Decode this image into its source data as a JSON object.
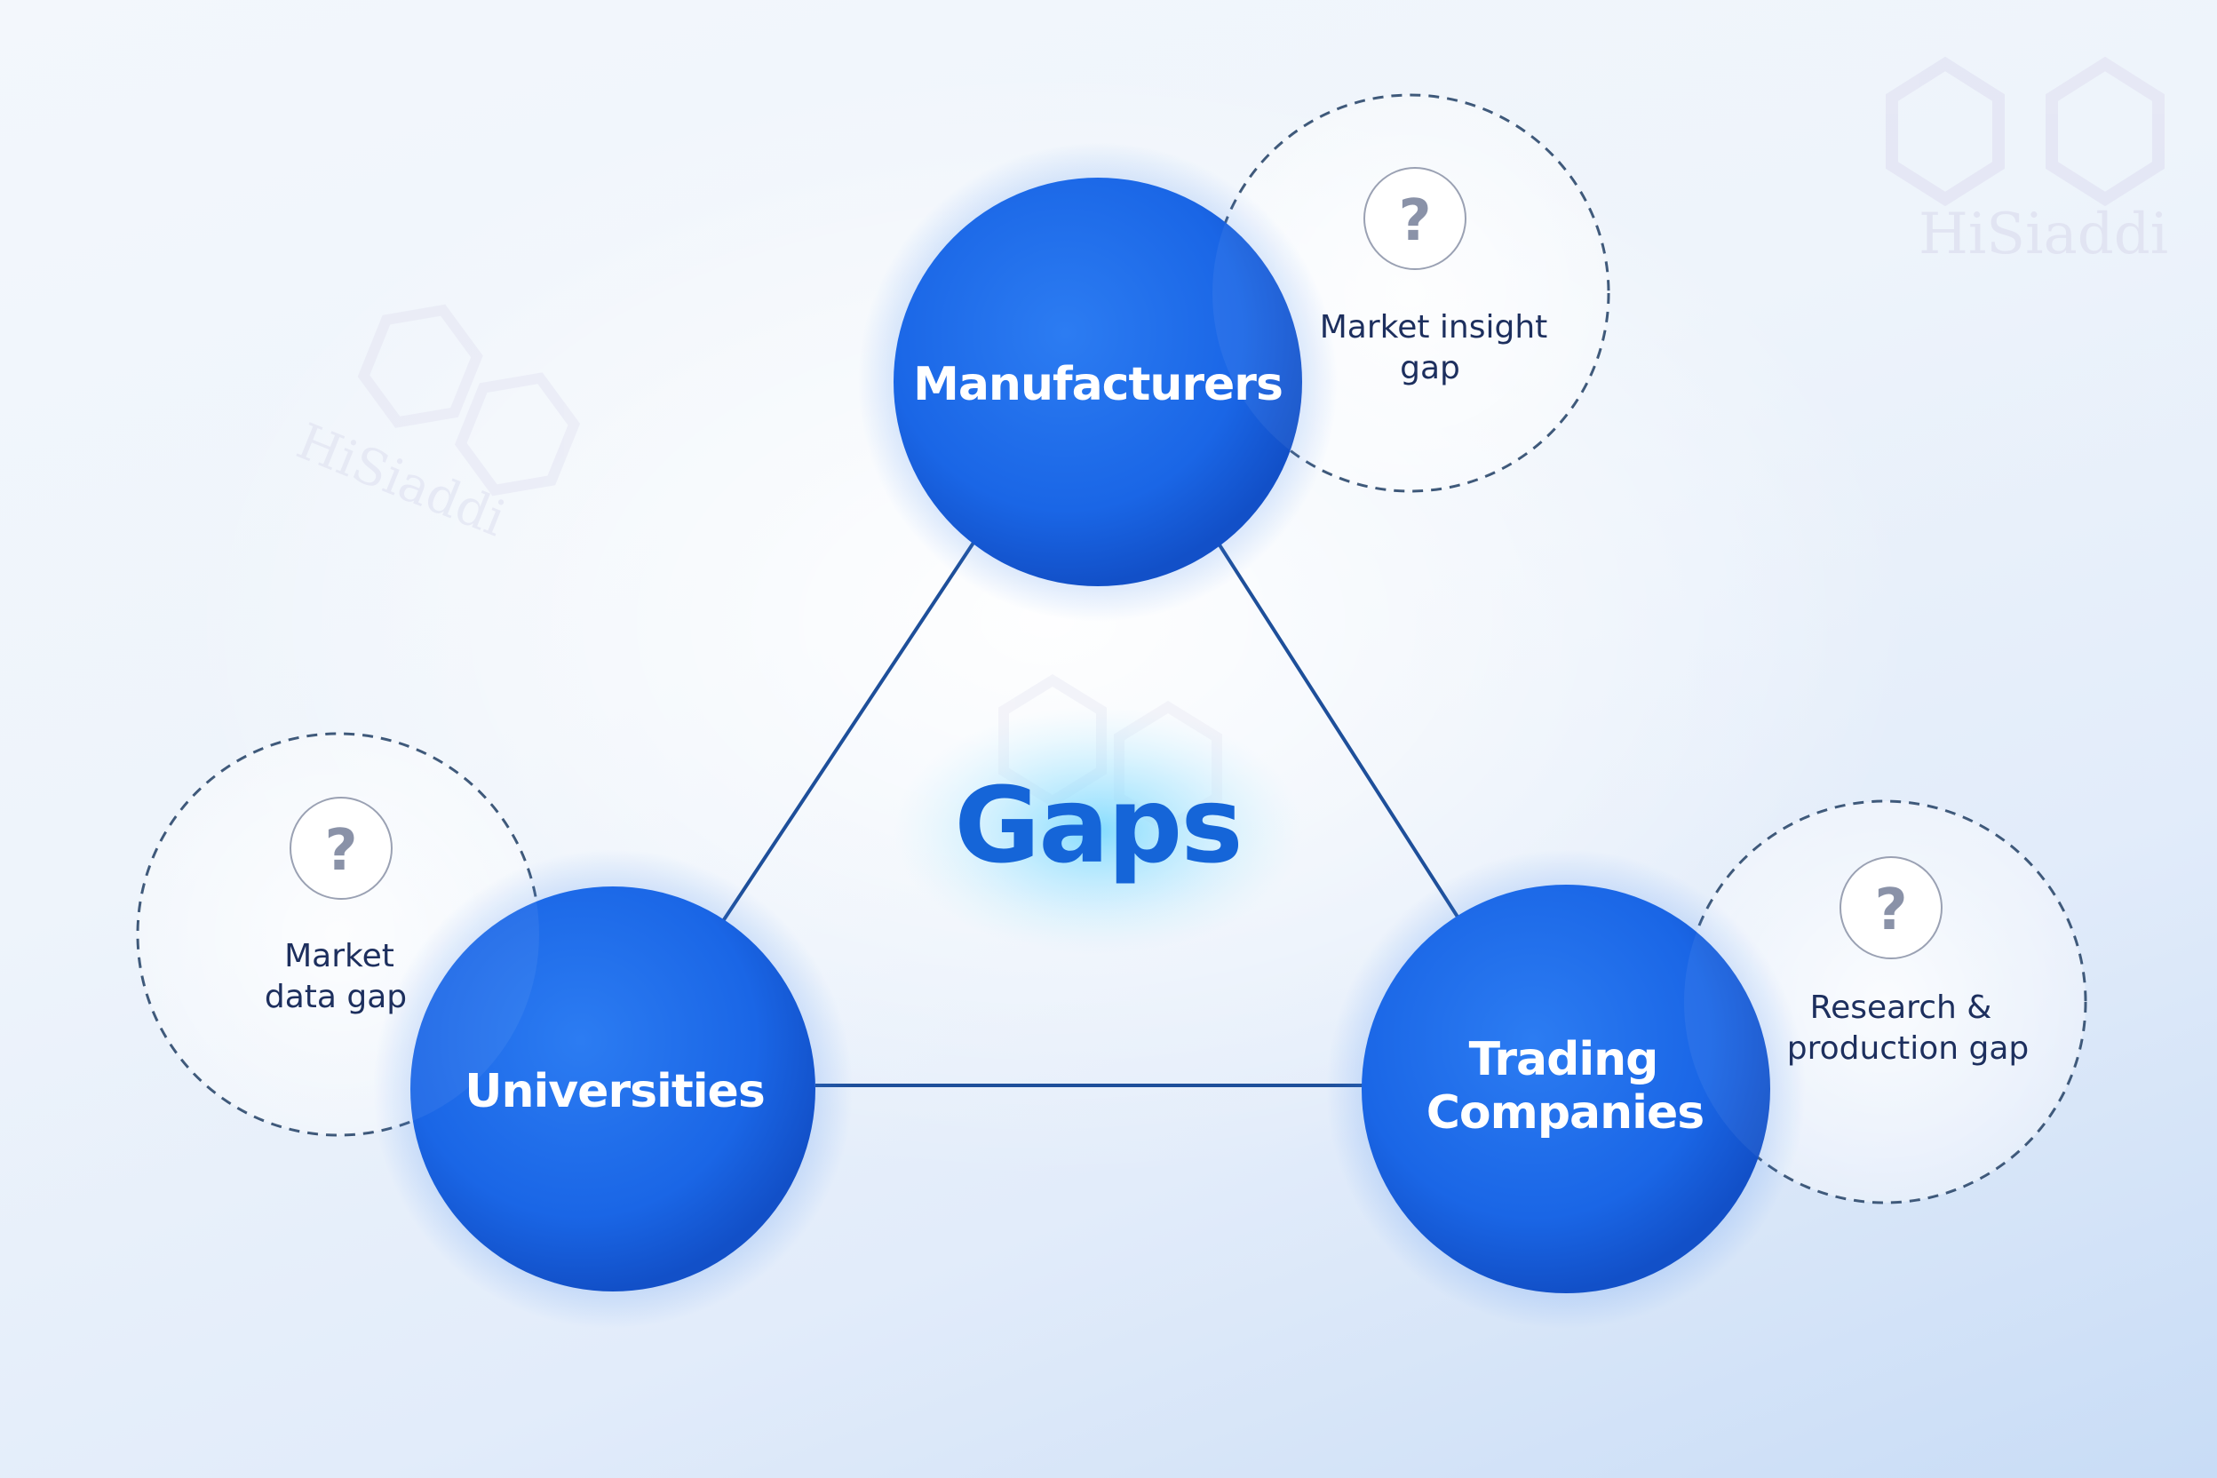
{
  "center": {
    "label": "Gaps"
  },
  "nodes": {
    "manufacturers": {
      "label": "Manufacturers"
    },
    "universities": {
      "label": "Universities"
    },
    "trading": {
      "label_line1": "Trading",
      "label_line2": "Companies"
    }
  },
  "gaps": {
    "market_insight": {
      "icon": "question-icon",
      "line1": "Market insight",
      "line2": "gap"
    },
    "market_data": {
      "icon": "question-icon",
      "line1": "Market",
      "line2": "data gap"
    },
    "research_production": {
      "icon": "question-icon",
      "line1": "Research &",
      "line2": "production gap"
    }
  },
  "watermark": {
    "text": "HiSiaddi"
  },
  "colors": {
    "node_blue": "#1a66e6",
    "node_blue_dark": "#1250c8",
    "line": "#1e4f9a",
    "dashed": "#3a5577",
    "center_text": "#1565d8",
    "gap_text": "#1d2f5e"
  }
}
